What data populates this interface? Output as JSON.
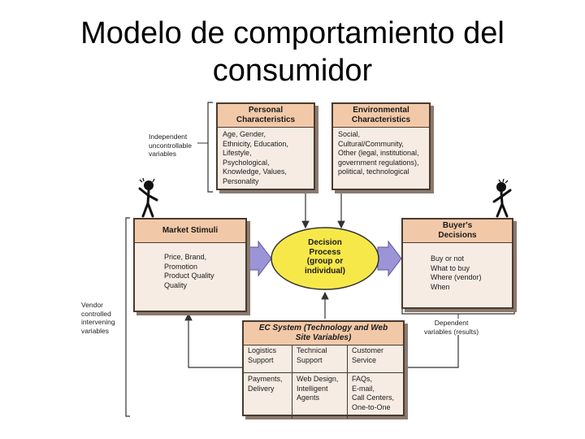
{
  "title": {
    "line1": "Modelo de comportamiento del",
    "line2": "consumidor"
  },
  "independent_note": [
    "Independent",
    "uncontrollable",
    "variables"
  ],
  "vendor_note": [
    "Vendor",
    "controlled",
    "intervening",
    "variables"
  ],
  "dependent_note": [
    "Dependent",
    "variables (results)"
  ],
  "personal": {
    "title": [
      "Personal",
      "Characteristics"
    ],
    "items": [
      "Age, Gender,",
      "Ethnicity, Education,",
      "Lifestyle,",
      "Psychological,",
      "Knowledge, Values,",
      "Personality"
    ]
  },
  "environmental": {
    "title": [
      "Environmental",
      "Characteristics"
    ],
    "items": [
      "Social,",
      "Cultural/Community,",
      "Other (legal, institutional,",
      "government regulations),",
      "political, technological"
    ]
  },
  "market": {
    "title": [
      "Market Stimuli"
    ],
    "items": [
      "Price, Brand,",
      "Promotion",
      "Product Quality",
      "Quality"
    ]
  },
  "decision_process": [
    "Decision",
    "Process",
    "(group or",
    "individual)"
  ],
  "buyer": {
    "title": [
      "Buyer's",
      "Decisions"
    ],
    "items": [
      "Buy or not",
      "What to buy",
      "Where (vendor)",
      "When"
    ]
  },
  "ec_system": {
    "title": [
      "EC System (Technology and Web",
      "Site Variables)"
    ],
    "cells": [
      [
        "Logistics",
        "Support"
      ],
      [
        "Technical",
        "Support"
      ],
      [
        "Customer",
        "Service"
      ],
      [
        "Payments,",
        "Delivery"
      ],
      [
        "Web Design,",
        "Intelligent",
        "Agents"
      ],
      [
        "FAQs,",
        "E-mail,",
        "Call Centers,",
        "One-to-One"
      ]
    ]
  },
  "colors": {
    "header": "#f2c9a8",
    "body": "#f6ece4",
    "ellipse": "#f7e84a",
    "arrow": "#9b95d8",
    "border": "#4a3a2e"
  }
}
